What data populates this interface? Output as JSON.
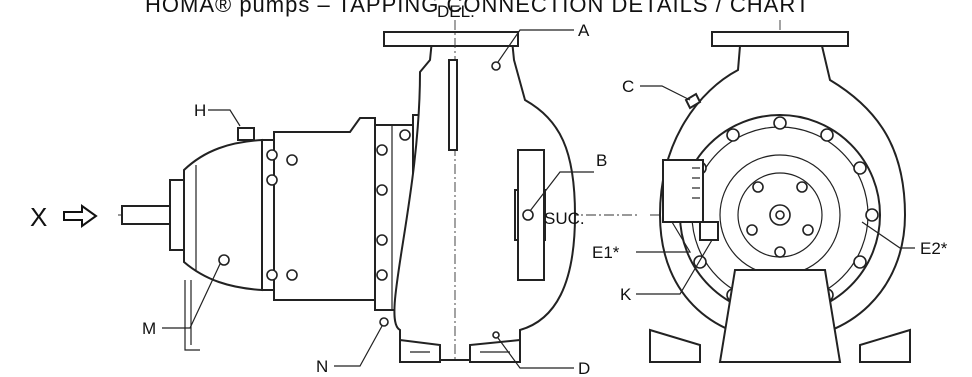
{
  "title": "HOMA® pumps – TAPPING CONNECTION DETAILS / CHART",
  "nozzles": {
    "delivery": "DEL.",
    "suction": "SUC."
  },
  "view_marker": {
    "label": "X",
    "arrow_icon": "right-arrow-icon"
  },
  "callouts": {
    "A": "A",
    "B": "B",
    "C": "C",
    "D": "D",
    "H": "H",
    "M": "M",
    "N": "N",
    "K": "K",
    "E1": "E1*",
    "E2": "E2*"
  }
}
